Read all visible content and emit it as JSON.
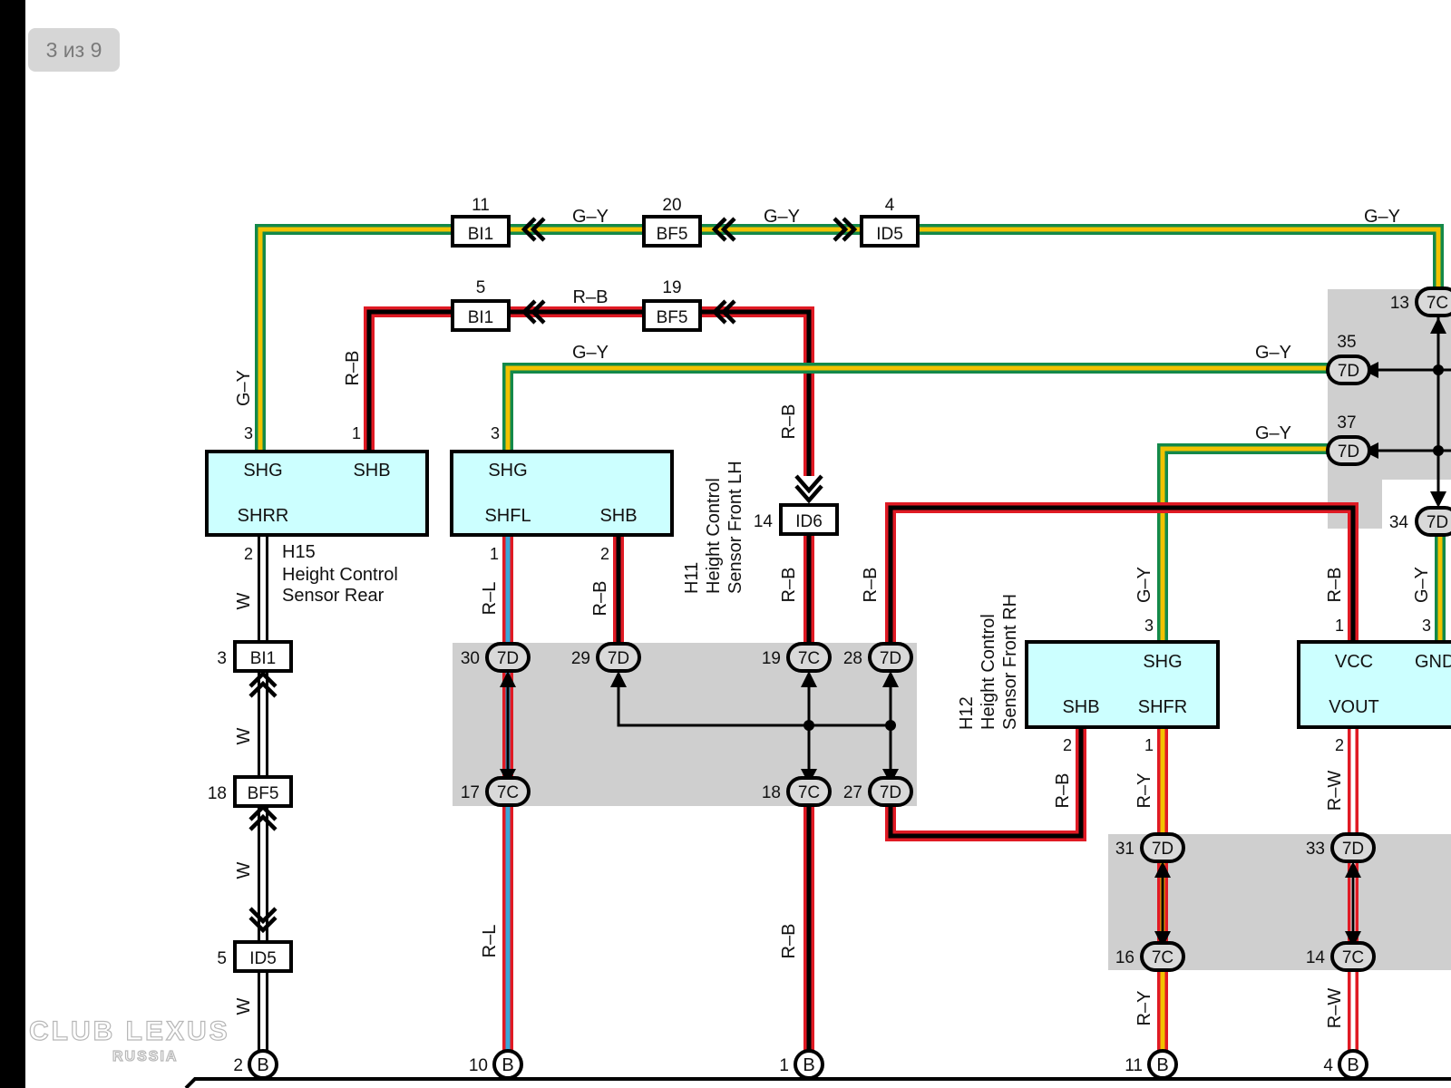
{
  "page_counter": "3 из 9",
  "colors": {
    "green": "#13894a",
    "yellow": "#f2c200",
    "red": "#e01a24",
    "blue": "#3aa7d8",
    "cyan_box": "#ccffff",
    "gray_block": "#cfcfcf"
  },
  "components": {
    "h15": {
      "ref": "H15",
      "name_line1": "Height Control",
      "name_line2": "Sensor Rear",
      "pin_shg": "SHG",
      "pin_shb": "SHB",
      "pin_shrr": "SHRR",
      "num_shg": "3",
      "num_shb": "1",
      "num_shrr": "2"
    },
    "h11": {
      "ref": "H11",
      "name_line1": "Height Control",
      "name_line2": "Sensor Front LH",
      "pin_shg": "SHG",
      "pin_shfl": "SHFL",
      "pin_shb": "SHB",
      "num_shg": "3",
      "num_shfl": "1",
      "num_shb": "2"
    },
    "h12": {
      "ref": "H12",
      "name_line1": "Height Control",
      "name_line2": "Sensor Front RH",
      "pin_shg": "SHG",
      "pin_shb": "SHB",
      "pin_shfr": "SHFR",
      "num_shg": "3",
      "num_shb": "2",
      "num_shfr": "1"
    },
    "right_sensor": {
      "pin_vcc": "VCC",
      "pin_gnd": "GND",
      "pin_vout": "VOUT",
      "num_vcc": "1",
      "num_gnd": "3",
      "num_vout": "2"
    }
  },
  "connectors": {
    "bi1_top": {
      "label": "BI1",
      "pin": "11"
    },
    "bf5_top": {
      "label": "BF5",
      "pin": "20"
    },
    "id5_top": {
      "label": "ID5",
      "pin": "4"
    },
    "bi1_mid": {
      "label": "BI1",
      "pin": "5"
    },
    "bf5_mid": {
      "label": "BF5",
      "pin": "19"
    },
    "id6": {
      "label": "ID6",
      "pin": "14"
    },
    "bi1_left": {
      "label": "BI1",
      "pin": "3"
    },
    "bf5_left": {
      "label": "BF5",
      "pin": "18"
    },
    "id5_left": {
      "label": "ID5",
      "pin": "5"
    }
  },
  "junctions": {
    "j13": {
      "label": "7C",
      "pin": "13"
    },
    "j35": {
      "label": "7D",
      "pin": "35"
    },
    "j37": {
      "label": "7D",
      "pin": "37"
    },
    "j34": {
      "label": "7D",
      "pin": "34"
    },
    "j30": {
      "label": "7D",
      "pin": "30"
    },
    "j29": {
      "label": "7D",
      "pin": "29"
    },
    "j19": {
      "label": "7C",
      "pin": "19"
    },
    "j28": {
      "label": "7D",
      "pin": "28"
    },
    "j17": {
      "label": "7C",
      "pin": "17"
    },
    "j18": {
      "label": "7C",
      "pin": "18"
    },
    "j27": {
      "label": "7D",
      "pin": "27"
    },
    "j31": {
      "label": "7D",
      "pin": "31"
    },
    "j33": {
      "label": "7D",
      "pin": "33"
    },
    "j16": {
      "label": "7C",
      "pin": "16"
    },
    "j14": {
      "label": "7C",
      "pin": "14"
    }
  },
  "bottom_connectors": [
    {
      "label": "B",
      "pin": "2"
    },
    {
      "label": "B",
      "pin": "10"
    },
    {
      "label": "B",
      "pin": "1"
    },
    {
      "label": "B",
      "pin": "11"
    },
    {
      "label": "B",
      "pin": "4"
    }
  ],
  "wire_colors": {
    "gy": "G–Y",
    "rb": "R–B",
    "w": "W",
    "rl": "R–L",
    "ry": "R–Y",
    "rw": "R–W"
  },
  "watermark": {
    "line1": "CLUB LEXUS",
    "line2": "RUSSIA"
  }
}
